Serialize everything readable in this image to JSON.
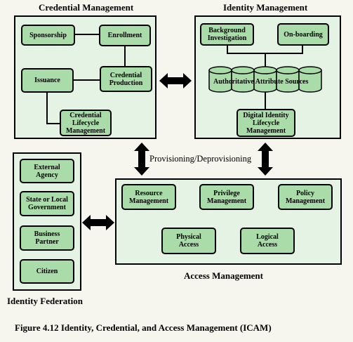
{
  "credential_management": {
    "title": "Credential Management",
    "sponsorship": "Sponsorship",
    "enrollment": "Enrollment",
    "issuance": "Issuance",
    "credential_production": "Credential\nProduction",
    "credential_lifecycle": "Credential\nLifecycle\nManagement"
  },
  "identity_management": {
    "title": "Identity Management",
    "background_investigation": "Background\nInvestigation",
    "onboarding": "On-boarding",
    "attribute_sources": "Authoritative Attribute Sources",
    "digital_identity_lifecycle": "Digital Identity\nLifecycle\nManagement"
  },
  "identity_federation": {
    "title": "Identity Federation",
    "external_agency": "External\nAgency",
    "state_local_government": "State or Local\nGovernment",
    "business_partner": "Business\nPartner",
    "citizen": "Citizen"
  },
  "access_management": {
    "title": "Access Management",
    "resource_management": "Resource\nManagement",
    "privilege_management": "Privilege\nManagement",
    "policy_management": "Policy\nManagement",
    "physical_access": "Physical\nAccess",
    "logical_access": "Logical\nAccess"
  },
  "provisioning_label": "Provisioning/Deprovisioning",
  "caption": "Figure 4.12  Identity, Credential, and Access Management (ICAM)",
  "colors": {
    "panel_fill": "#e5f3e5",
    "box_fill": "#a9dca9",
    "outline": "#000000",
    "background": "#f6f6ee"
  }
}
